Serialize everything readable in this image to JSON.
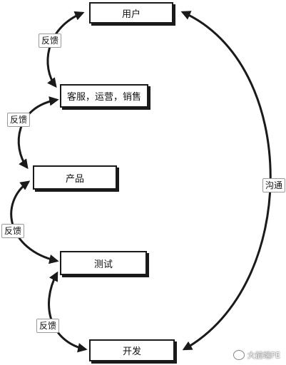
{
  "nodes": {
    "user": "用户",
    "service": "客服，运营，销售",
    "product": "产品",
    "testing": "测试",
    "dev": "开发"
  },
  "edge_labels": {
    "feedback_1": "反馈",
    "feedback_2": "反馈",
    "feedback_3": "反馈",
    "feedback_4": "反馈",
    "communication": "沟通"
  },
  "watermark": "大前端FE",
  "colors": {
    "stroke": "#1a1a1a",
    "tag_border": "#9a9a9a"
  }
}
